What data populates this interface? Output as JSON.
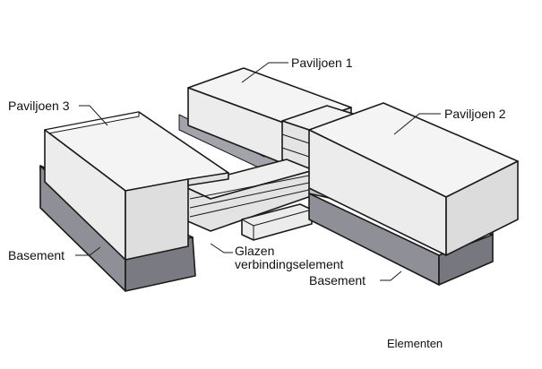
{
  "labels": {
    "paviljoen1": "Paviljoen 1",
    "paviljoen2": "Paviljoen 2",
    "paviljoen3": "Paviljoen 3",
    "basement_left": "Basement",
    "basement_right": "Basement",
    "glass_line1": "Glazen",
    "glass_line2": "verbindingselement",
    "caption": "Elementen"
  },
  "colors": {
    "roof": "#f4f4f4",
    "wall_light": "#e9e9e9",
    "wall_mid": "#d6d6d6",
    "basement_top": "#c2c2c8",
    "basement_side": "#8f8f97",
    "basement_dark": "#75757d",
    "glass": "#dedede"
  }
}
